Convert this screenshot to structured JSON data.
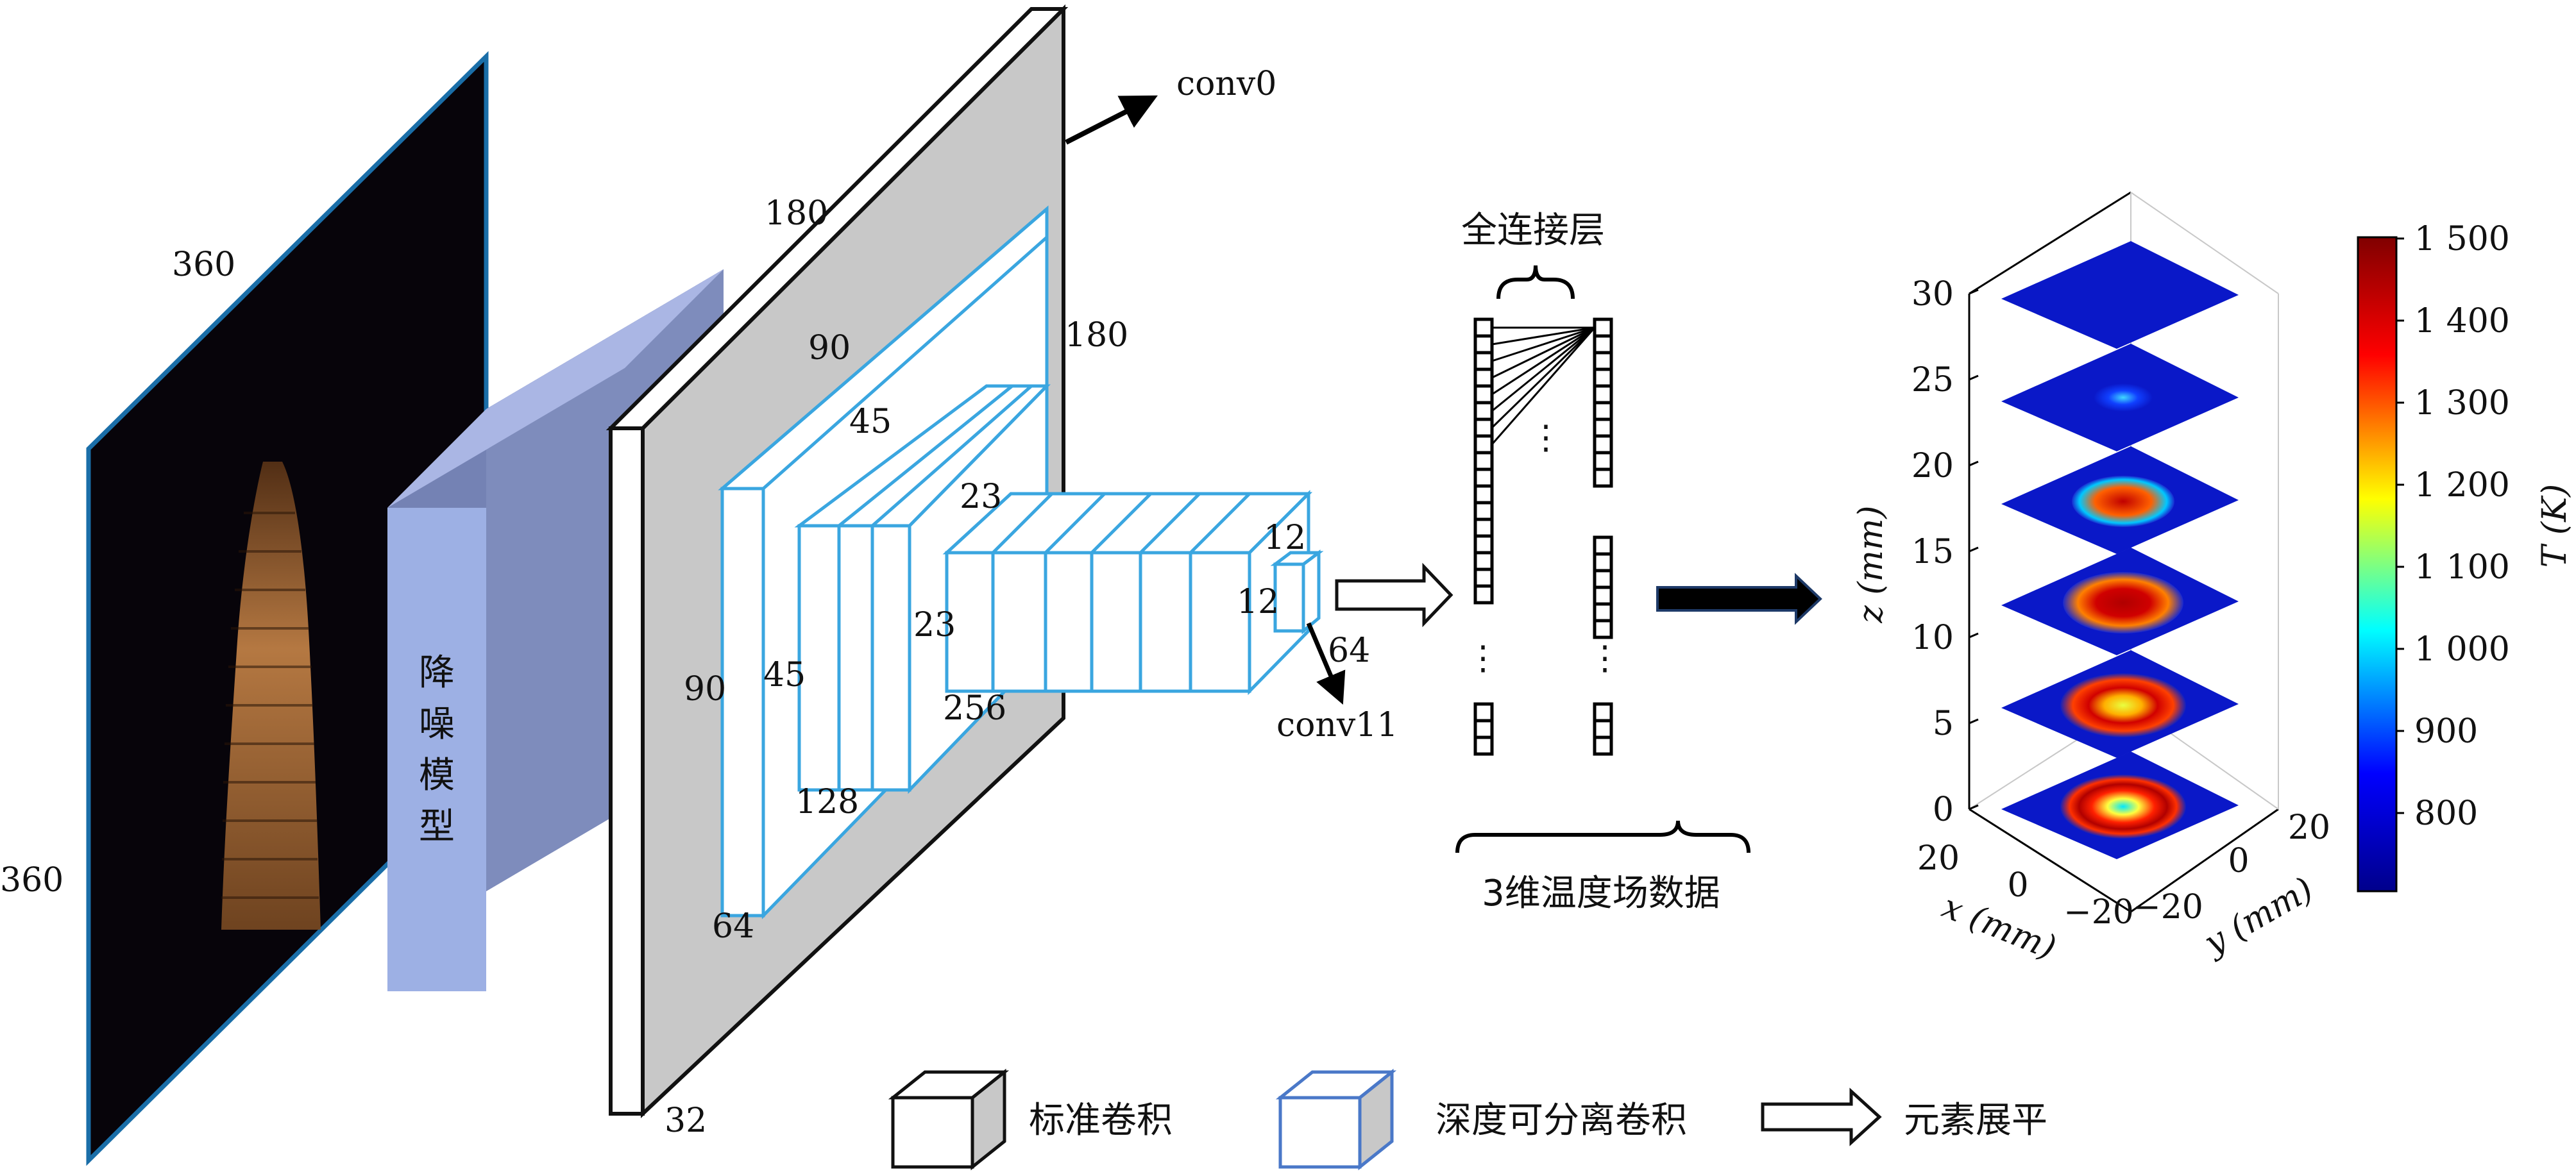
{
  "input_image": {
    "width_label": "360",
    "height_label": "360"
  },
  "denoise": {
    "label": [
      "降",
      "噪",
      "模",
      "型"
    ]
  },
  "conv0": {
    "name": "conv0",
    "w": "180",
    "h": "180",
    "d": "32"
  },
  "dw_blocks": [
    {
      "w": "90",
      "h": "90",
      "d": "64"
    },
    {
      "w": "45",
      "h": "45",
      "d": "128"
    },
    {
      "w": "23",
      "h": "23",
      "d": "256"
    },
    {
      "w": "12",
      "h": "12",
      "d": "64"
    }
  ],
  "conv11": {
    "name": "conv11"
  },
  "fc": {
    "title": "全连接层",
    "dots": "⋮"
  },
  "output_label": "3维温度场数据",
  "plot3d": {
    "z_label": "z (mm)",
    "x_label": "x (mm)",
    "y_label": "y (mm)",
    "z_ticks": [
      "0",
      "5",
      "10",
      "15",
      "20",
      "25",
      "30"
    ],
    "x_ticks": [
      "20",
      "0",
      "−20"
    ],
    "y_ticks": [
      "−20",
      "0",
      "20"
    ]
  },
  "colorbar": {
    "label": "T (K)",
    "ticks": [
      "1 500",
      "1 400",
      "1 300",
      "1 200",
      "1 100",
      "1 000",
      "900",
      "800"
    ],
    "colors": [
      "#800000",
      "#ff0000",
      "#ffff00",
      "#00ffff",
      "#0000ff",
      "#00008b"
    ]
  },
  "legend": {
    "standard_conv": "标准卷积",
    "depthwise_conv": "深度可分离卷积",
    "flatten": "元素展平"
  }
}
